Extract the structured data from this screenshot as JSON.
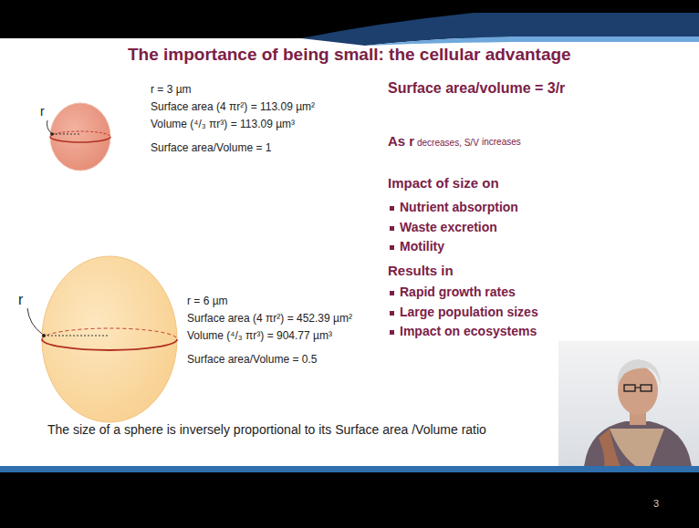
{
  "diagram": {
    "title": "The importance of being small: the cellular advantage",
    "caption": "The size of a sphere is inversely proportional to its Surface area /Volume ratio",
    "labels": [
      "r",
      "r = 3 µm",
      "Surface area (4 πr²) = 113.09 µm²",
      "Volume (⁴/₃ πr³) = 113.09 µm³",
      "Surface area/Volume = 1",
      "r",
      "r = 6 µm",
      "Surface area (4 πr²) = 452.39 µm²",
      "Volume (⁴/₃ πr³) = 904.77 µm³",
      "Surface area/Volume = 0.5",
      "Surface area/volume = 3/r",
      "As r",
      "decreases, S/V",
      "increases",
      "Impact of size on",
      "Nutrient absorption",
      "Waste excretion",
      "Motility",
      "Results in",
      "Rapid growth rates",
      "Large population sizes",
      "Impact on ecosystems",
      "3"
    ]
  }
}
